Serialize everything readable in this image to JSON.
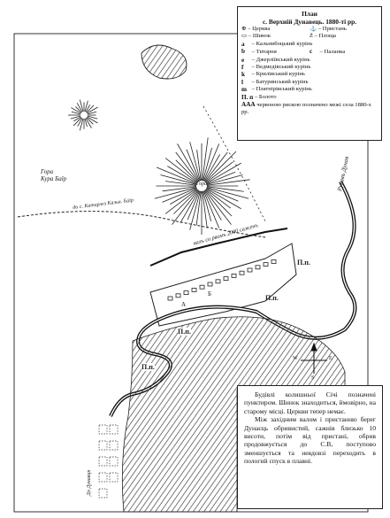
{
  "legend": {
    "title": "План",
    "subtitle": "с. Верхній Дунавець. 1880-ті рр.",
    "symbols": [
      {
        "left": "⊕ – Церква",
        "right": "⚓ – Пристань"
      },
      {
        "left": "▭ – Шинок",
        "right": "Ž – Площа"
      }
    ],
    "entries": [
      {
        "key": "a",
        "text": "– Кальнибоцький курінь"
      },
      {
        "key": "b",
        "text": "– Титарня",
        "extra_key": "c",
        "extra_text": "– Паланка"
      },
      {
        "key": "e",
        "text": "– Джерліївський курінь"
      },
      {
        "key": "f",
        "text": "– Ведмедівський курінь"
      },
      {
        "key": "k",
        "text": "– Крилівський курінь"
      },
      {
        "key": "l",
        "text": "– Батуринський курінь"
      },
      {
        "key": "m",
        "text": "– Платнірівський курінь"
      },
      {
        "key": "П. п",
        "text": "– Болото"
      },
      {
        "key": "AAA",
        "text": "червоною рискою позначено межі села 1880-х рр."
      }
    ]
  },
  "note": {
    "p1": "Будівлі колишньої Січі позначені пунктиром. Шинок знаходиться, ймовірно, на старому місці. Церкви тепер немає.",
    "p2": "Між західним валом і пристанню берег Дунаєць обривистий, сажнів близько 10 висоти, потім від пристані, обрив продовжується до С.В, поступово зменшується та невдовзі переходить в пологий спуск в плавні."
  },
  "map_labels": {
    "hill_west": "Гора Кура Баїр",
    "hill_center": "Гора",
    "road": "до с. Катирлез Кальн. Баїр",
    "rampart": "валъ со рвомъ 2000 саженъ",
    "river": "Рукавъ Дуная",
    "marsh_1": "П.п.",
    "marsh_2": "П.п.",
    "marsh_3": "П.п.",
    "marsh_4": "П.п.",
    "site_a": "А",
    "site_b": "Б",
    "compass_w": "W",
    "compass_e": "E",
    "compass_s": "S",
    "bottom_label": "До Дунавця"
  },
  "colors": {
    "ink": "#1a1a1a",
    "paper": "#ffffff"
  }
}
